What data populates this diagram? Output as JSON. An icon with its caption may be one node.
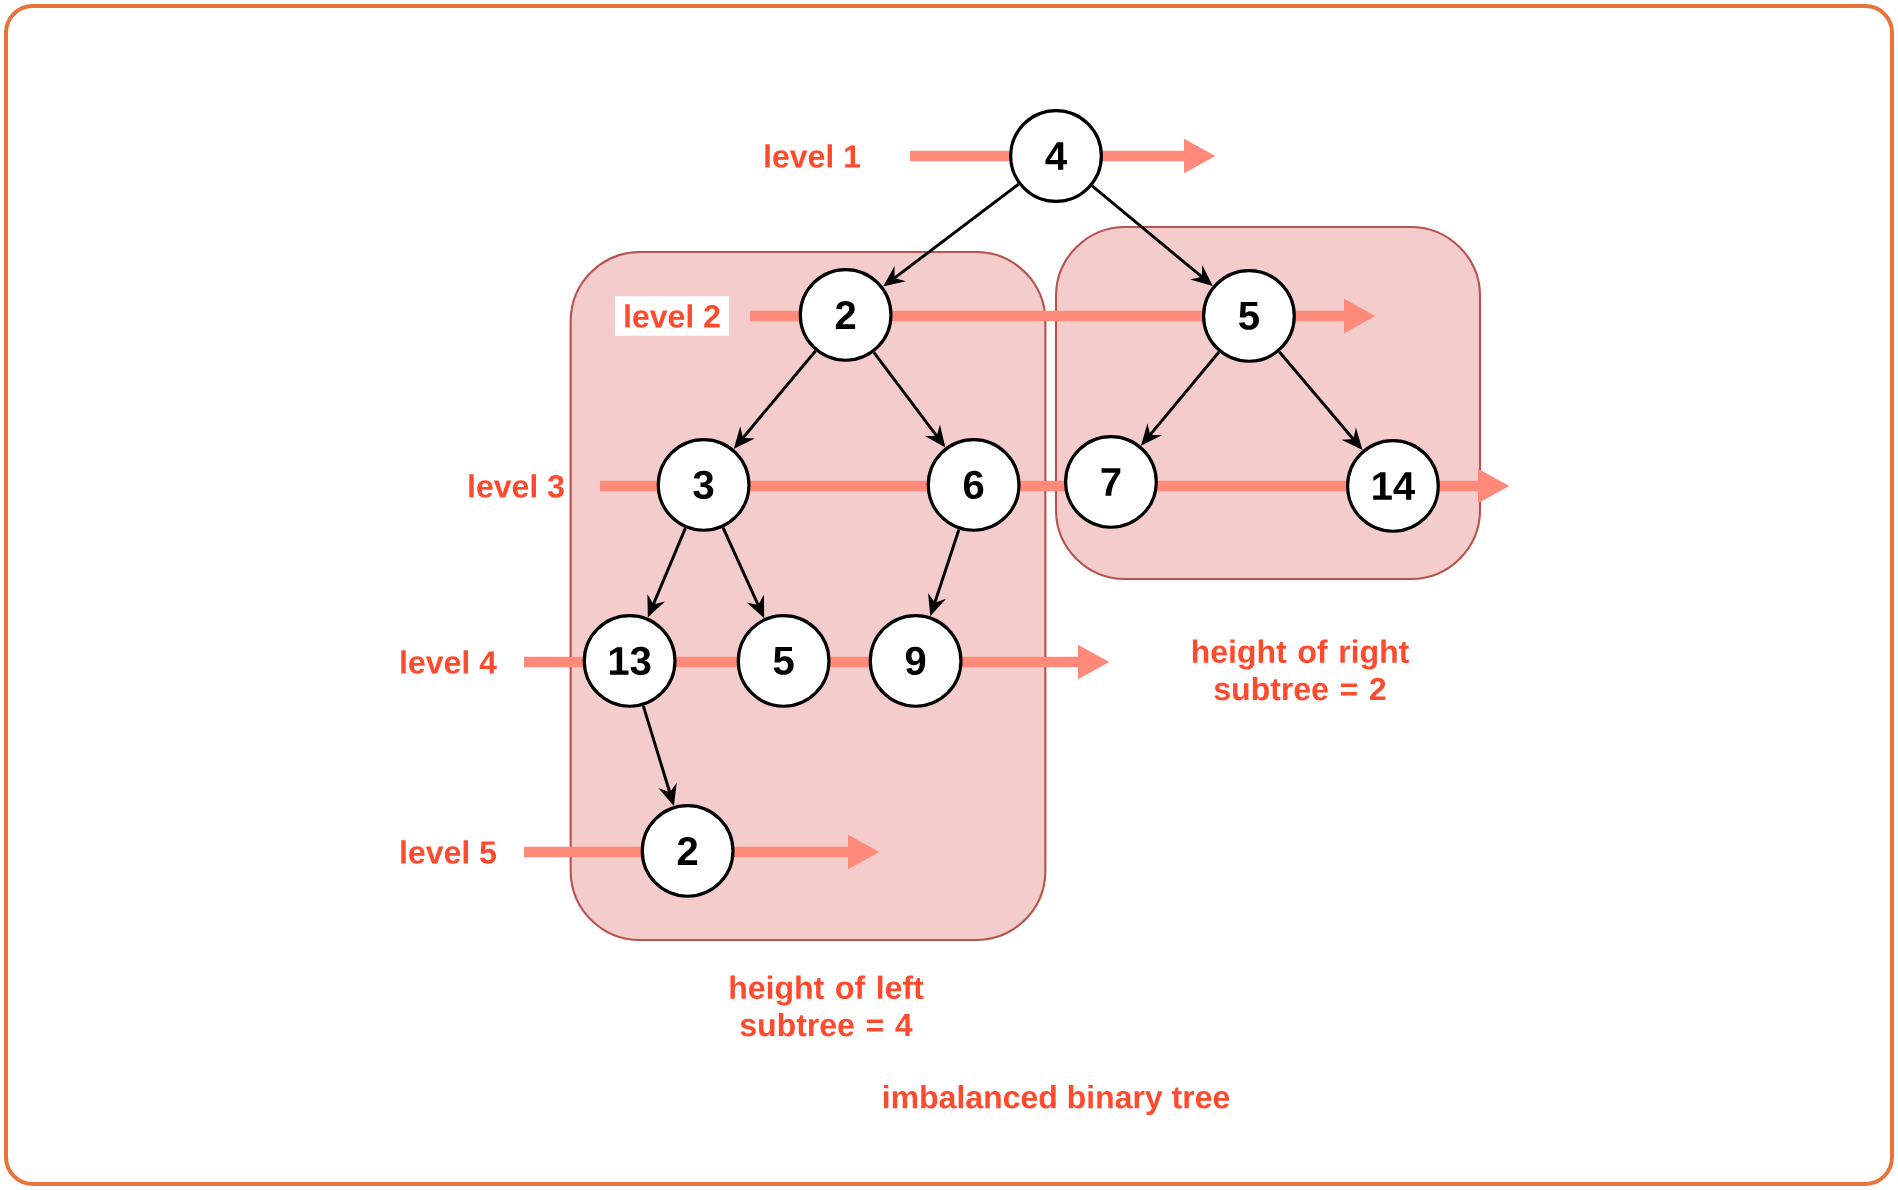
{
  "diagram": {
    "caption": "imbalanced binary tree",
    "nodes": [
      {
        "text": [
          "4"
        ]
      },
      {
        "text": [
          "height of left subtree = 4"
        ]
      },
      {
        "text": [
          "2"
        ],
        "in": 1
      },
      {
        "text": [
          "height of right subtree = 2"
        ]
      },
      {
        "text": [
          "5"
        ],
        "in": 3
      },
      {
        "text": [
          "3"
        ],
        "in": 1
      },
      {
        "text": [
          "6"
        ],
        "in": 1
      },
      {
        "text": [
          "7"
        ],
        "in": 3
      },
      {
        "text": [
          "14"
        ],
        "in": 3
      },
      {
        "text": [
          "13"
        ],
        "in": 1
      },
      {
        "text": [
          "5"
        ],
        "in": 1
      },
      {
        "text": [
          "9"
        ],
        "in": 1
      },
      {
        "text": [
          "2"
        ],
        "in": 1
      }
    ],
    "edges": [
      {
        "from": 0,
        "to": 2,
        "arrow": "to"
      },
      {
        "from": 0,
        "to": 4,
        "arrow": "to"
      },
      {
        "from": 2,
        "to": 5,
        "arrow": "to"
      },
      {
        "from": 2,
        "to": 6,
        "arrow": "to"
      },
      {
        "from": 4,
        "to": 7,
        "arrow": "to"
      },
      {
        "from": 4,
        "to": 8,
        "arrow": "to"
      },
      {
        "from": 5,
        "to": 9,
        "arrow": "to"
      },
      {
        "from": 5,
        "to": 10,
        "arrow": "to"
      },
      {
        "from": 6,
        "to": 11,
        "arrow": "to"
      },
      {
        "from": 9,
        "to": 12,
        "arrow": "to"
      }
    ],
    "labels": [
      "level 1",
      "level 2",
      "level 3",
      "level 4",
      "level 5"
    ]
  }
}
